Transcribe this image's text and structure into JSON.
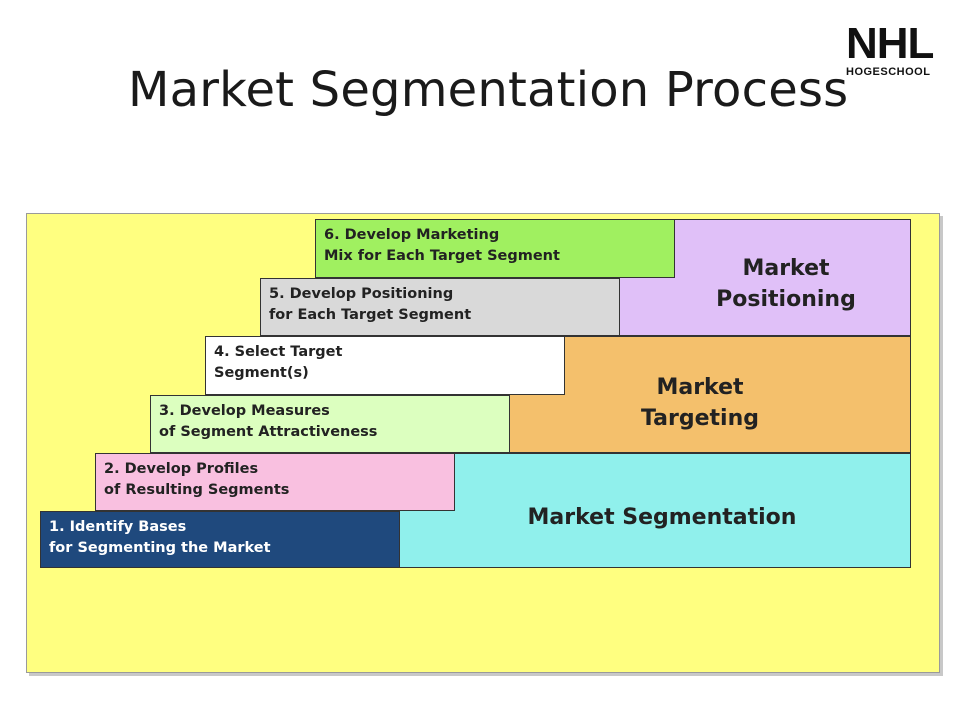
{
  "title": "Market Segmentation Process",
  "logo": {
    "main": "NHL",
    "sub": "HOGESCHOOL"
  },
  "bands": {
    "positioning": [
      "Market",
      "Positioning"
    ],
    "targeting": [
      "Market",
      "Targeting"
    ],
    "segmentation": [
      "Market Segmentation"
    ]
  },
  "steps": [
    {
      "line1": "1.  Identify Bases",
      "line2": "for Segmenting the Market",
      "color": "#1f497d"
    },
    {
      "line1": "2.  Develop Profiles",
      "line2": "of Resulting Segments",
      "color": "#f9c0e0"
    },
    {
      "line1": "3.  Develop Measures",
      "line2": "of Segment Attractiveness",
      "color": "#dcffbf"
    },
    {
      "line1": "4.  Select Target",
      "line2": "Segment(s)",
      "color": "#ffffff"
    },
    {
      "line1": "5.  Develop Positioning",
      "line2": "for Each Target Segment",
      "color": "#d9d9d9"
    },
    {
      "line1": "6.  Develop Marketing",
      "line2": "Mix for Each Target Segment",
      "color": "#a0f060"
    }
  ],
  "colors": {
    "panel": "#ffff80",
    "positioning": "#e0c0f8",
    "targeting": "#f4c06c",
    "segmentation": "#90f0ec"
  }
}
